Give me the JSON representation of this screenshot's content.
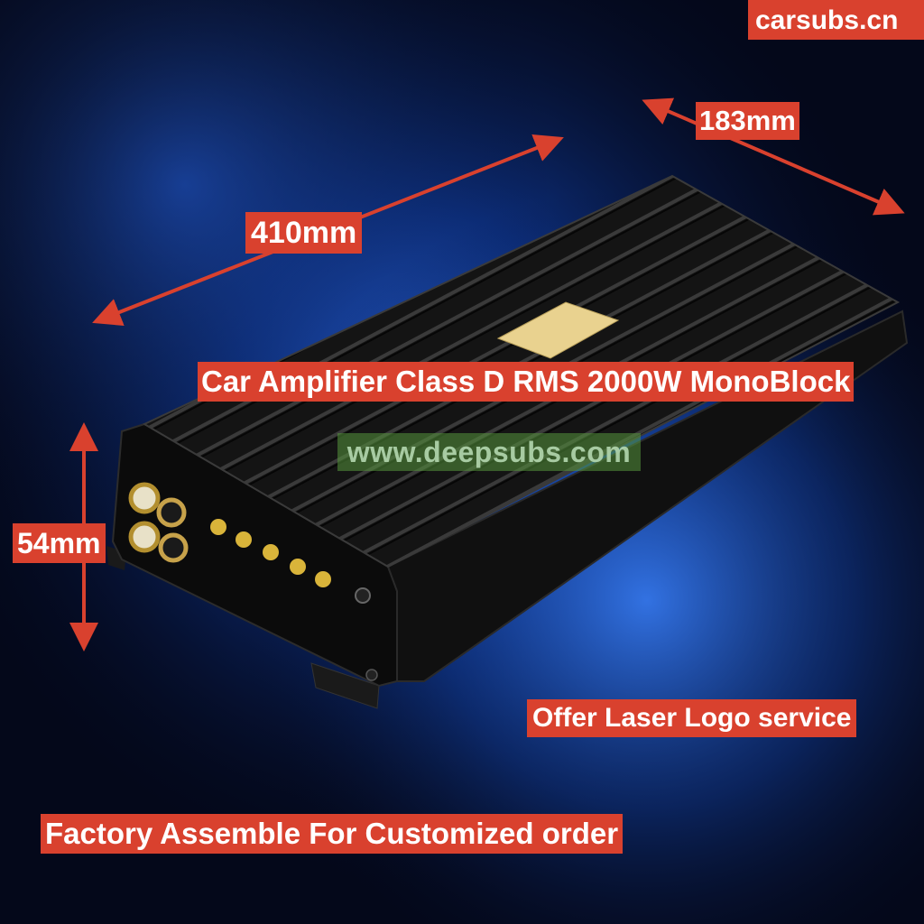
{
  "site_badge": "carsubs.cn",
  "dimensions": {
    "length": "410mm",
    "width": "183mm",
    "height": "54mm"
  },
  "title": "Car Amplifier Class D RMS 2000W MonoBlock",
  "watermark": "www.deepsubs.com",
  "laser_logo": "Offer Laser Logo service",
  "factory": "Factory Assemble For Customized order",
  "colors": {
    "label_bg": "#d9412e",
    "label_text": "#ffffff",
    "arrow": "#d9412e",
    "background": "#04081a",
    "nebula": "#1b5fd6",
    "amp_body": "#161616",
    "gold_plate": "#e9d28f"
  }
}
